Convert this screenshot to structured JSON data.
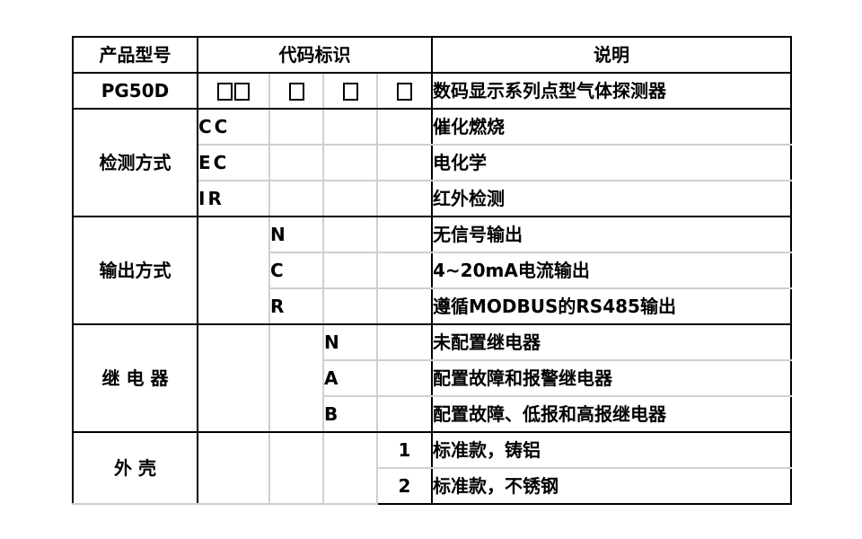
{
  "header": {
    "model": "产品型号",
    "code": "代码标识",
    "desc": "说明"
  },
  "model_row": {
    "model": "PG50D",
    "desc": "数码显示系列点型气体探测器",
    "boxes_icon": "empty-box"
  },
  "detection": {
    "label": "检测方式",
    "rows": [
      {
        "code": "CC",
        "desc": "催化燃烧"
      },
      {
        "code": "EC",
        "desc": "电化学"
      },
      {
        "code": "IR",
        "desc": "红外检测"
      }
    ]
  },
  "output": {
    "label": "输出方式",
    "rows": [
      {
        "code": "N",
        "desc": "无信号输出"
      },
      {
        "code": "C",
        "desc": "4~20mA电流输出"
      },
      {
        "code": "R",
        "desc": "遵循MODBUS的RS485输出"
      }
    ]
  },
  "relay": {
    "label": "继 电 器",
    "rows": [
      {
        "code": "N",
        "desc": "未配置继电器"
      },
      {
        "code": "A",
        "desc": "配置故障和报警继电器"
      },
      {
        "code": "B",
        "desc": "配置故障、低报和高报继电器"
      }
    ]
  },
  "housing": {
    "label": "外 壳",
    "rows": [
      {
        "code": "1",
        "desc": "标准款，铸铝"
      },
      {
        "code": "2",
        "desc": "标准款，不锈钢"
      }
    ]
  }
}
